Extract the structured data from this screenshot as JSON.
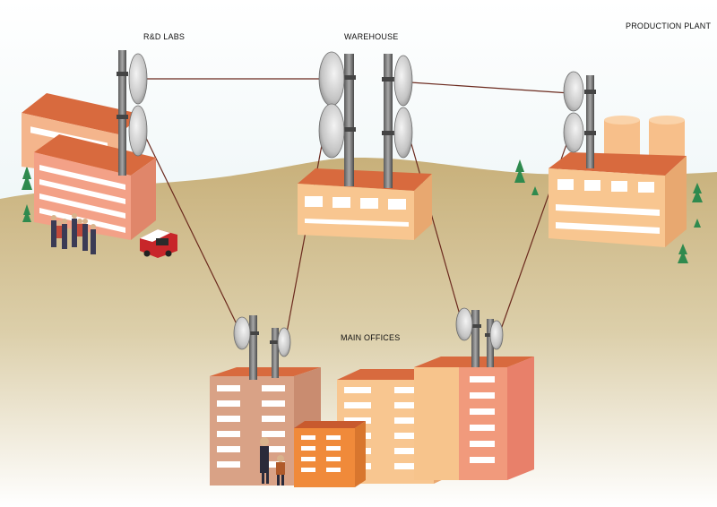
{
  "labels": {
    "rd_labs": "R&D LABS",
    "warehouse": "WAREHOUSE",
    "production_plant": "PRODUCTION PLANT",
    "main_offices": "MAIN OFFICES"
  },
  "colors": {
    "sky": "#5fb8c8",
    "ground": "#cdb98a",
    "link": "#6b2a1e",
    "building_salmon": "#f3a07a",
    "building_peach": "#f7c48c",
    "roof": "#d7663a",
    "dish": "#cfcfcf",
    "tower": "#7d7d7d"
  },
  "icons": [
    "antenna-dish-icon",
    "tower-icon",
    "tree-icon",
    "people-group-icon",
    "vehicle-icon"
  ]
}
